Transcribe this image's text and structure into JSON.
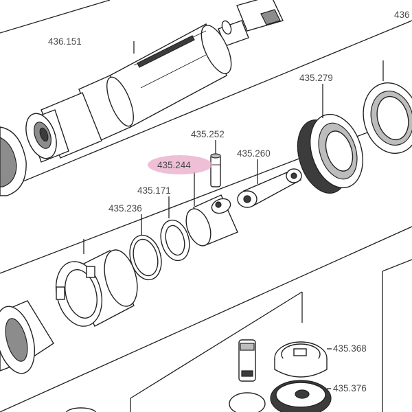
{
  "labels": {
    "l436151": "436.151",
    "l435279": "435.279",
    "l435252": "435.252",
    "l435260": "435.260",
    "l435244": "435.244",
    "l435171": "435.171",
    "l435236": "435.236",
    "l435368": "435.368",
    "l435376": "435.376",
    "ltopright": "436"
  },
  "highlight": {
    "part": "435.244",
    "color": "#e9a9c9"
  }
}
